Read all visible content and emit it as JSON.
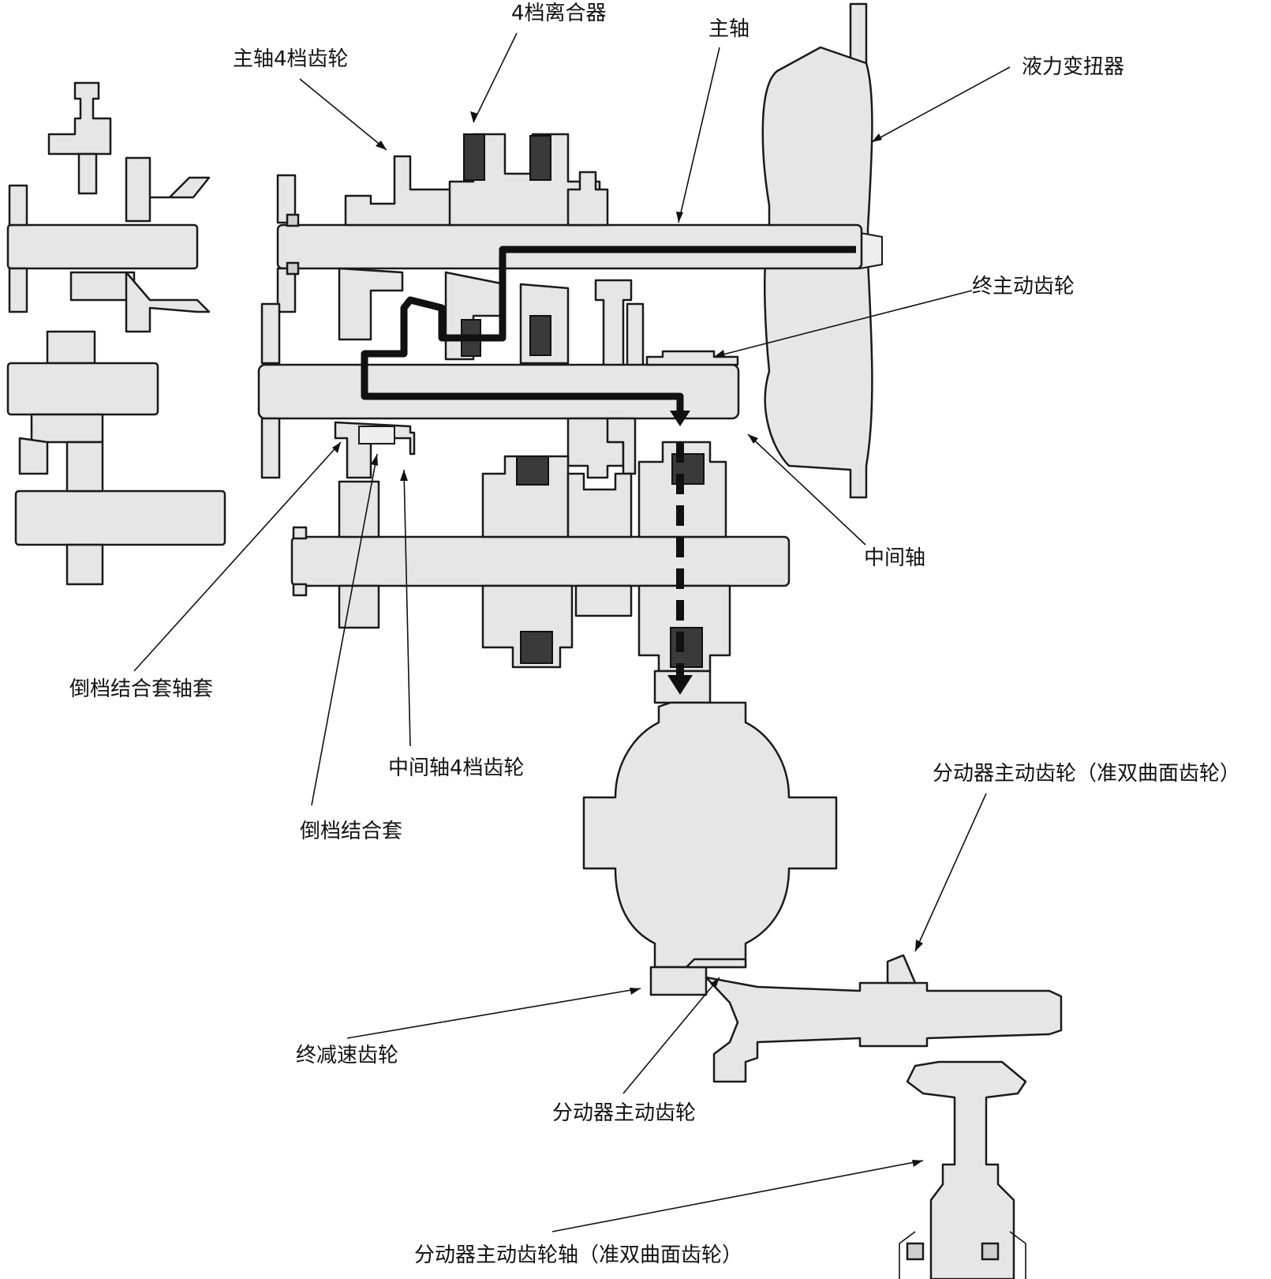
{
  "labels": {
    "clutch_4th": "4档离合器",
    "mainshaft_4th_gear": "主轴4档齿轮",
    "mainshaft": "主轴",
    "torque_converter": "液力变扭器",
    "final_drive_gear": "终主动齿轮",
    "countershaft": "中间轴",
    "reverse_hub": "倒档结合套轴套",
    "countershaft_4th_gear": "中间轴4档齿轮",
    "reverse_sleeve": "倒档结合套",
    "transfer_drive_gear_hypoid": "分动器主动齿轮（准双曲面齿轮）",
    "final_driven_gear": "终减速齿轮",
    "transfer_drive_gear": "分动器主动齿轮",
    "transfer_drive_shaft_hypoid": "分动器主动齿轮轴（准双曲面齿轮）"
  },
  "colors": {
    "part_fill": "#e6e6e6",
    "outline": "#1a1a1a",
    "power_flow": "#111111",
    "clutch_pack": "#3a3a3a"
  }
}
